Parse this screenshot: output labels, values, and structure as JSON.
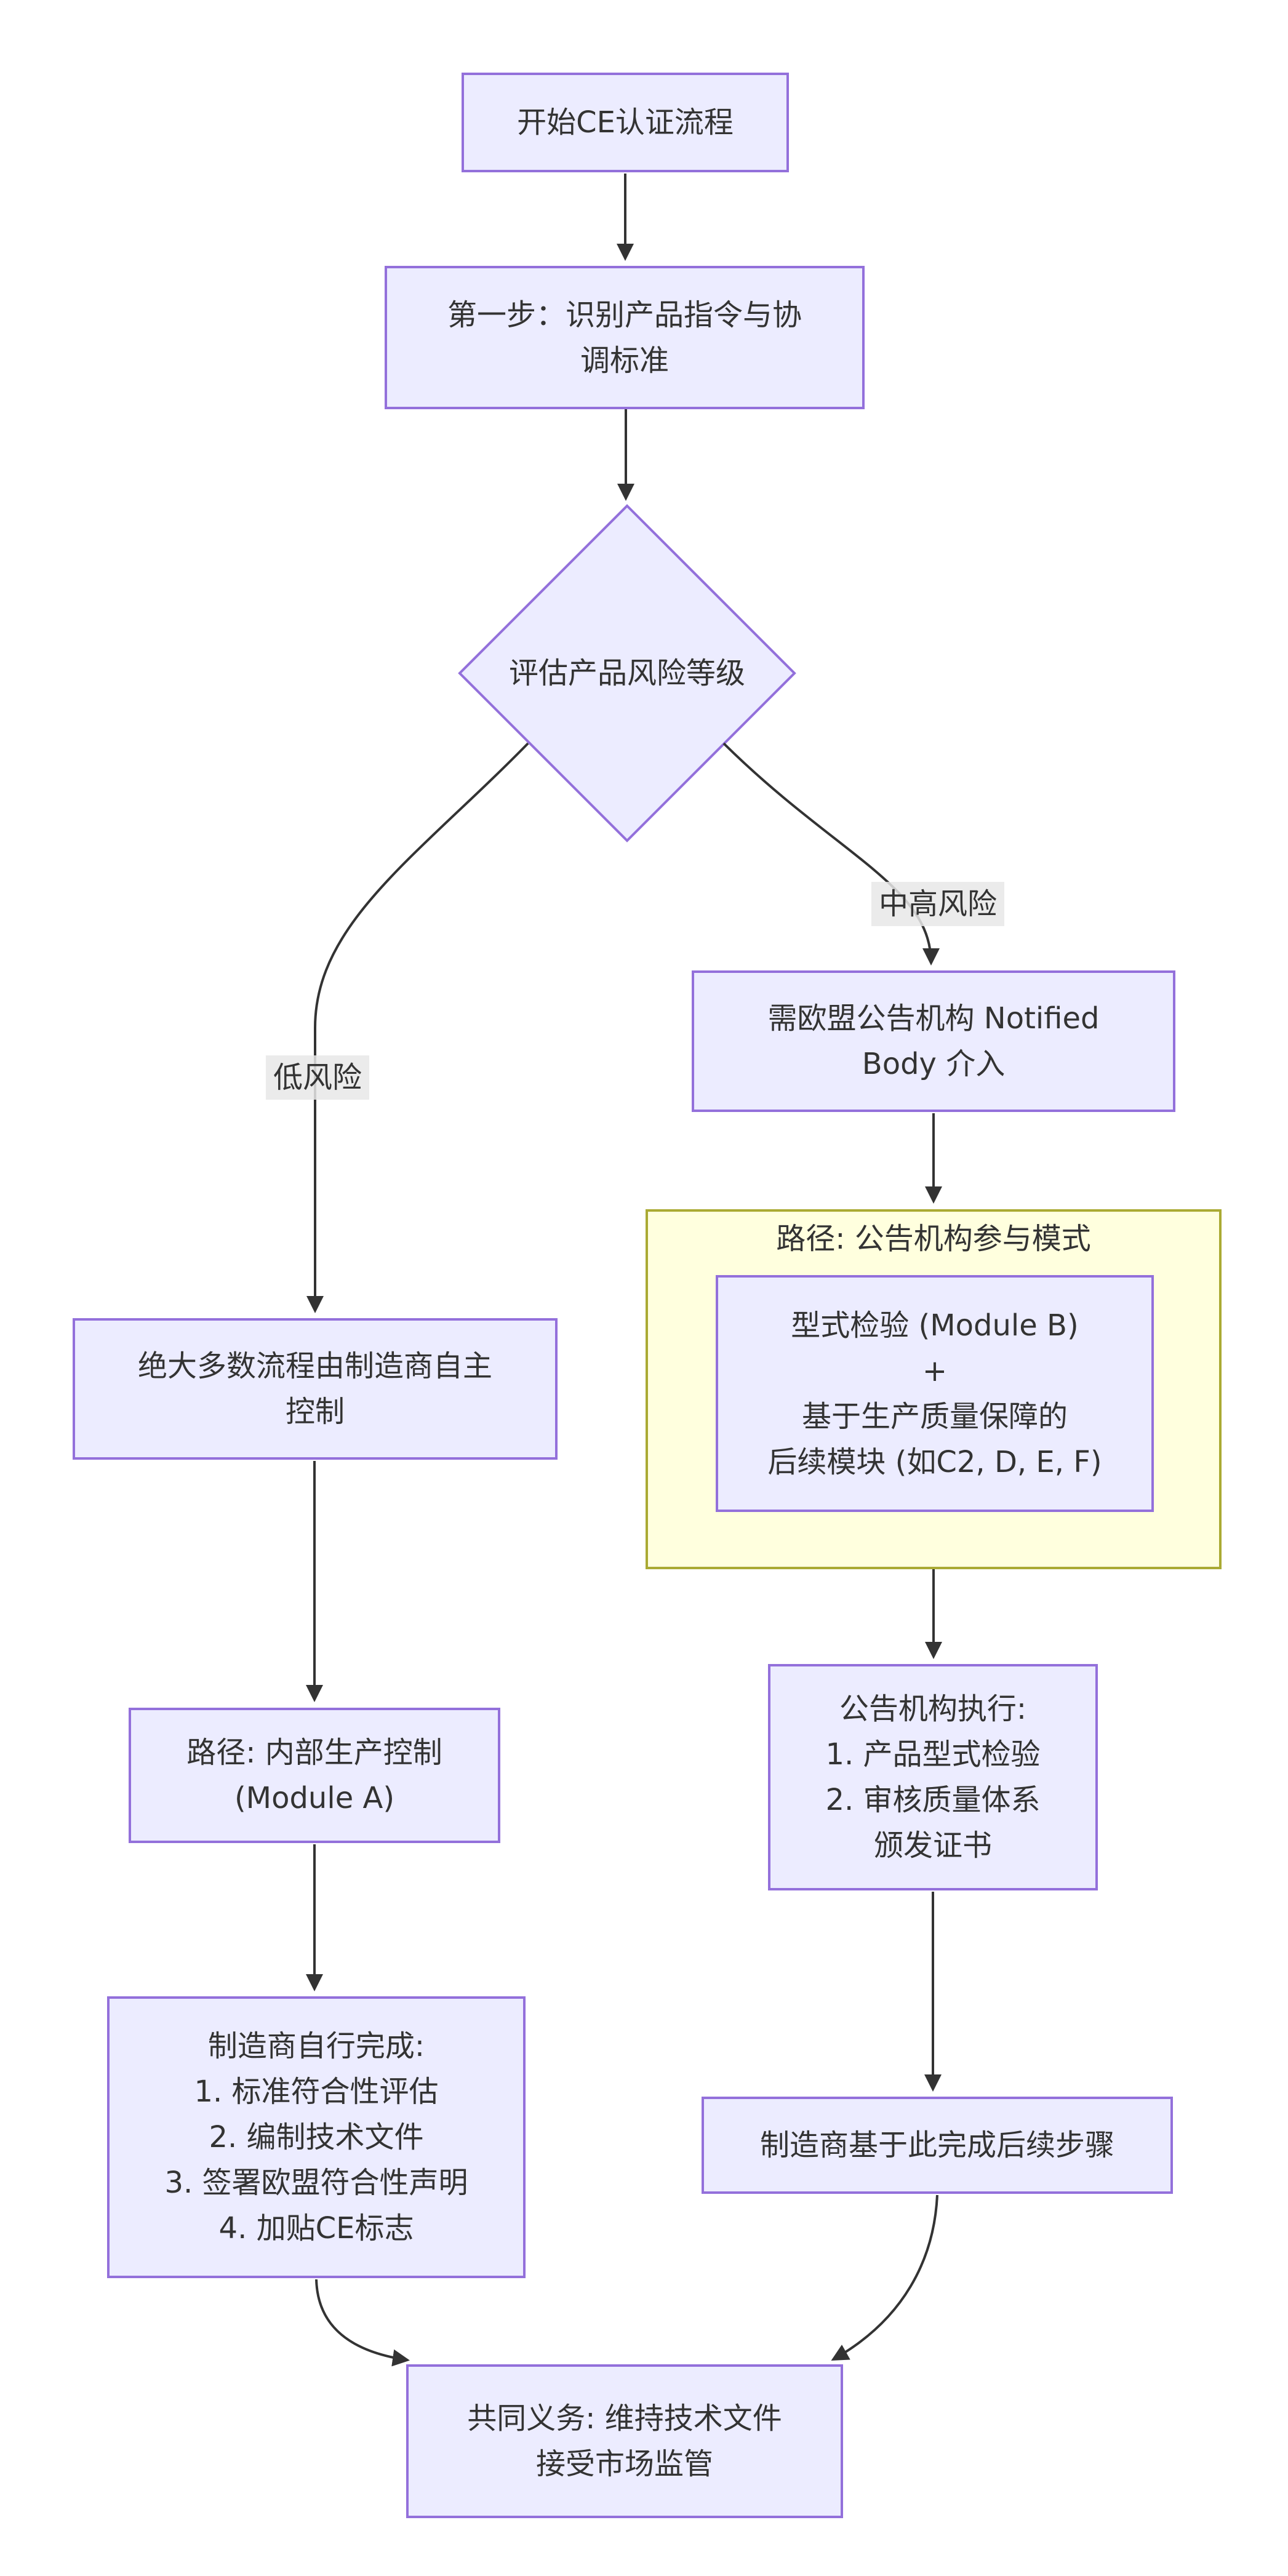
{
  "diagram": {
    "type": "flowchart",
    "direction": "top-down",
    "title_context": "CE认证流程图",
    "nodes": {
      "start": {
        "label": "开始CE认证流程"
      },
      "step1": {
        "lines": [
          "第一步：识别产品指令与协",
          "调标准"
        ]
      },
      "risk_decision": {
        "label": "评估产品风险等级",
        "shape": "diamond"
      },
      "manufacturer_control": {
        "lines": [
          "绝大多数流程由制造商自主",
          "控制"
        ]
      },
      "module_a": {
        "lines": [
          "路径: 内部生产控制",
          "(Module A)"
        ]
      },
      "manufacturer_tasks": {
        "lines": [
          "制造商自行完成:",
          "1. 标准符合性评估",
          "2. 编制技术文件",
          "3. 签署欧盟符合性声明",
          "4. 加贴CE标志"
        ]
      },
      "notified_body": {
        "lines": [
          "需欧盟公告机构 Notified",
          "Body 介入"
        ]
      },
      "module_b": {
        "lines": [
          "型式检验 (Module B)",
          "+",
          "基于生产质量保障的",
          "后续模块 (如C2, D, E, F)"
        ]
      },
      "nb_actions": {
        "lines": [
          "公告机构执行:",
          "1. 产品型式检验",
          "2. 审核质量体系",
          "颁发证书"
        ]
      },
      "follow_up": {
        "label": "制造商基于此完成后续步骤"
      },
      "common_duty": {
        "lines": [
          "共同义务: 维持技术文件",
          "接受市场监管"
        ]
      }
    },
    "subgraph": {
      "title": "路径: 公告机构参与模式"
    },
    "edge_labels": {
      "low_risk": "低风险",
      "high_risk": "中高风险"
    },
    "edges": [
      {
        "from": "start",
        "to": "step1"
      },
      {
        "from": "step1",
        "to": "risk_decision"
      },
      {
        "from": "risk_decision",
        "to": "manufacturer_control",
        "label": "低风险"
      },
      {
        "from": "risk_decision",
        "to": "notified_body",
        "label": "中高风险"
      },
      {
        "from": "notified_body",
        "to": "subgraph"
      },
      {
        "from": "subgraph",
        "to": "nb_actions"
      },
      {
        "from": "manufacturer_control",
        "to": "module_a"
      },
      {
        "from": "module_a",
        "to": "manufacturer_tasks"
      },
      {
        "from": "nb_actions",
        "to": "follow_up"
      },
      {
        "from": "manufacturer_tasks",
        "to": "common_duty"
      },
      {
        "from": "follow_up",
        "to": "common_duty"
      }
    ],
    "colors": {
      "node_fill": "#ECECFF",
      "node_border": "#9370DB",
      "subgraph_fill": "#FFFFDE",
      "subgraph_border": "#AAAA33",
      "edge": "#333333",
      "text": "#333333",
      "edge_label_bg": "#E8E8E8",
      "background": "#FFFFFF"
    }
  }
}
